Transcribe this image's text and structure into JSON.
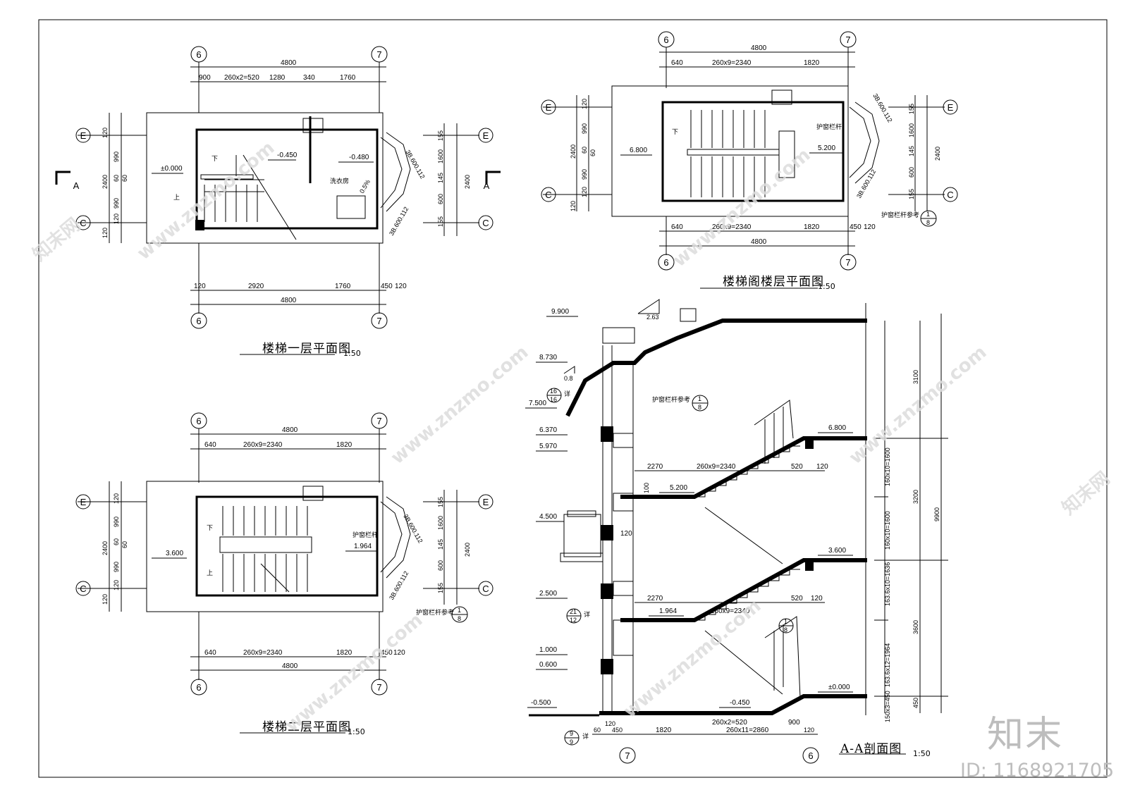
{
  "titles": {
    "plan1": "楼梯一层平面图",
    "plan2": "楼梯二层平面图",
    "plan3": "楼梯阁楼层平面图",
    "section": "A-A剖面图",
    "scale": "1:50"
  },
  "axes": {
    "six": "6",
    "seven": "7",
    "e": "E",
    "c": "C",
    "a": "A"
  },
  "plan1": {
    "total": "4800",
    "top_dims": [
      "900",
      "260x2=520",
      "1280",
      "340",
      "1760"
    ],
    "bottom_dims": [
      "120",
      "2920",
      "1760",
      "450",
      "120"
    ],
    "left_dims": [
      "120",
      "2400",
      "990",
      "60",
      "60",
      "990",
      "120",
      "120"
    ],
    "right_dims": [
      "155",
      "1600",
      "145",
      "600",
      "155",
      "2400"
    ],
    "levels": [
      "±0.000",
      "-0.450",
      "-0.480"
    ],
    "labels": {
      "down": "下",
      "up": "上",
      "laundry": "洗衣房",
      "slope": "0.5%",
      "win_top": "3B.600.112",
      "win_bot": "3B.600.112"
    }
  },
  "plan2": {
    "total": "4800",
    "top_dims": [
      "640",
      "260x9=2340",
      "1820"
    ],
    "bottom_dims": [
      "640",
      "260x9=2340",
      "1820",
      "450",
      "120"
    ],
    "left_dims": [
      "120",
      "990",
      "60",
      "60",
      "990",
      "120",
      "120",
      "2400"
    ],
    "right_dims": [
      "155",
      "1600",
      "145",
      "600",
      "155",
      "2400"
    ],
    "levels": [
      "3.600",
      "1.964"
    ],
    "labels": {
      "down": "下",
      "up": "上",
      "rail": "护窗栏杆",
      "rail_ref": "护窗栏杆参考",
      "ref_num": "1",
      "ref_den": "8",
      "win_top": "3B.600.112",
      "win_bot": "3B.600.112"
    }
  },
  "plan3": {
    "total": "4800",
    "top_dims": [
      "640",
      "260x9=2340",
      "1820"
    ],
    "bottom_dims": [
      "640",
      "260x9=2340",
      "1820",
      "450",
      "120"
    ],
    "left_dims": [
      "120",
      "990",
      "60",
      "60",
      "990",
      "120",
      "120",
      "2400"
    ],
    "right_dims": [
      "155",
      "1600",
      "145",
      "600",
      "155",
      "2400"
    ],
    "levels": [
      "6.800",
      "5.200"
    ],
    "labels": {
      "down": "下",
      "rail": "护窗栏杆",
      "rail_ref": "护窗栏杆参考",
      "ref_num": "1",
      "ref_den": "8",
      "win_top": "3B.600.112",
      "win_bot": "3B.600.112"
    }
  },
  "section": {
    "levels_left": [
      "9.900",
      "8.730",
      "7.500",
      "6.370",
      "5.970",
      "4.500",
      "2.500",
      "1.000",
      "0.600",
      "-0.500"
    ],
    "levels_inner": [
      "6.800",
      "5.200",
      "3.600",
      "1.964",
      "±0.000",
      "-0.450"
    ],
    "dims_right": [
      "3100",
      "160x10=1600",
      "160x10=1600",
      "163.6x10=1636",
      "163.6x12=1964",
      "150x3=450",
      "3200",
      "3600",
      "450",
      "9900"
    ],
    "dims_inner": [
      "2270",
      "260x9=2340",
      "520",
      "120",
      "100",
      "120",
      "2270",
      "520",
      "120",
      "260x9=2340",
      "260x2=520",
      "900"
    ],
    "dims_bottom": [
      "60",
      "120",
      "450",
      "1820",
      "260x11=2860",
      "120"
    ],
    "labels": {
      "rail_ref": "护窗栏杆参考",
      "detail": "详",
      "slope": "2.63",
      "slope2": "0.8"
    },
    "refs": [
      {
        "num": "16",
        "den": "16"
      },
      {
        "num": "1",
        "den": "8"
      },
      {
        "num": "21",
        "den": "12"
      },
      {
        "num": "1",
        "den": "8"
      },
      {
        "num": "9",
        "den": "9"
      }
    ]
  },
  "watermark": {
    "logo": "知末",
    "id": "ID: 1168921705",
    "site": "www.znzmo.com",
    "brand": "知末网"
  }
}
